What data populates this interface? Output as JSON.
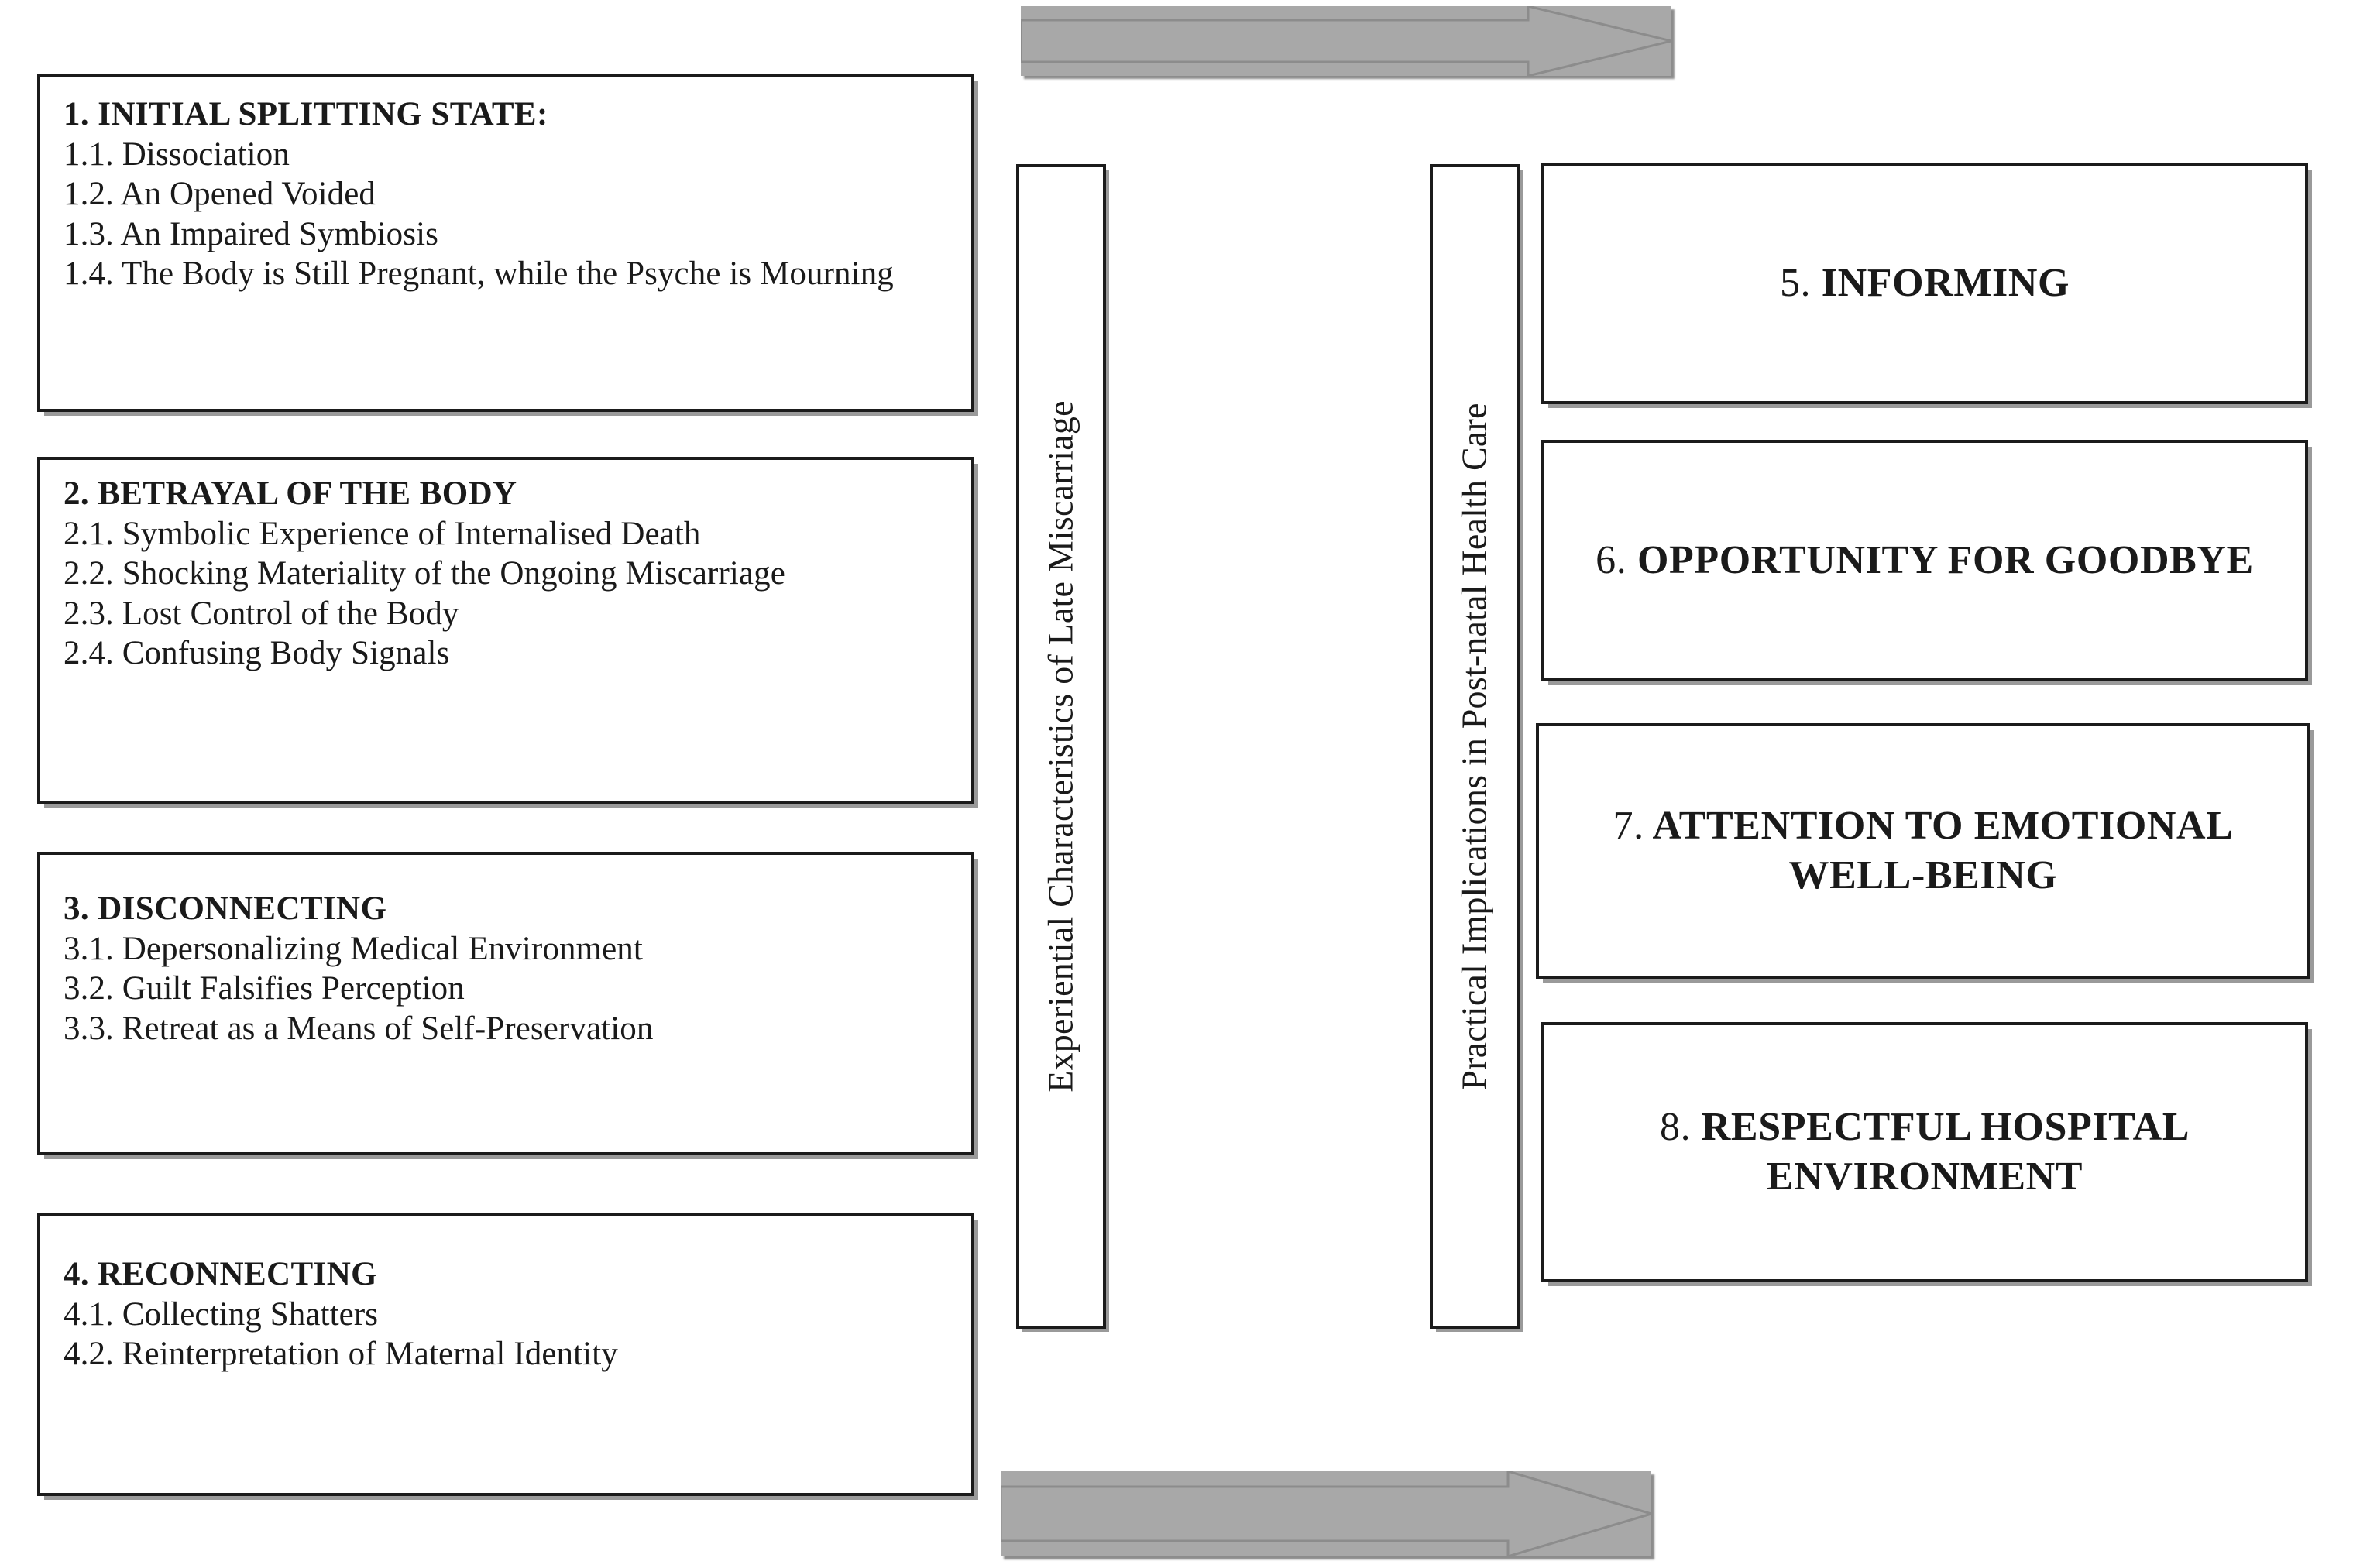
{
  "figure": {
    "left_column_label": "Experiential Characteristics of Late Miscarriage",
    "right_column_label": "Practical Implications in Post-natal Health Care",
    "arrow_top_name": "flow-arrow-right-top",
    "arrow_bottom_name": "flow-arrow-right-bottom",
    "accent_box_border": "#1b1b1b",
    "accent_shadow": "#9a9a9a",
    "arrow_fill": "#a8a8a8"
  },
  "themes": [
    {
      "title": "1. INITIAL SPLITTING STATE:",
      "subthemes": [
        "1.1. Dissociation",
        "1.2. An Opened Voided",
        "1.3. An Impaired Symbiosis",
        "1.4. The Body is Still Pregnant, while the Psyche is Mourning"
      ]
    },
    {
      "title": "2. BETRAYAL OF THE BODY",
      "subthemes": [
        "2.1. Symbolic Experience of Internalised Death",
        "2.2. Shocking Materiality of the Ongoing Miscarriage",
        "2.3. Lost Control of the Body",
        "2.4. Confusing Body Signals"
      ]
    },
    {
      "title": "3. DISCONNECTING",
      "subthemes": [
        "3.1. Depersonalizing Medical Environment",
        "3.2. Guilt Falsifies Perception",
        "3.3. Retreat as a Means of Self-Preservation"
      ]
    },
    {
      "title": "4. RECONNECTING",
      "subthemes": [
        "4.1. Collecting Shatters",
        "4.2. Reinterpretation of Maternal Identity"
      ]
    }
  ],
  "implications": [
    {
      "number": "5.",
      "label": "INFORMING",
      "full": "5. INFORMING"
    },
    {
      "number": "6.",
      "label": "OPPORTUNITY FOR GOODBYE",
      "full": "6. OPPORTUNITY FOR GOODBYE"
    },
    {
      "number": "7.",
      "label": "ATTENTION TO EMOTIONAL WELL-BEING",
      "full": "7. ATTENTION TO EMOTIONAL WELL-BEING"
    },
    {
      "number": "8.",
      "label": "RESPECTFUL HOSPITAL ENVIRONMENT",
      "full": "8. RESPECTFUL HOSPITAL ENVIRONMENT"
    }
  ]
}
